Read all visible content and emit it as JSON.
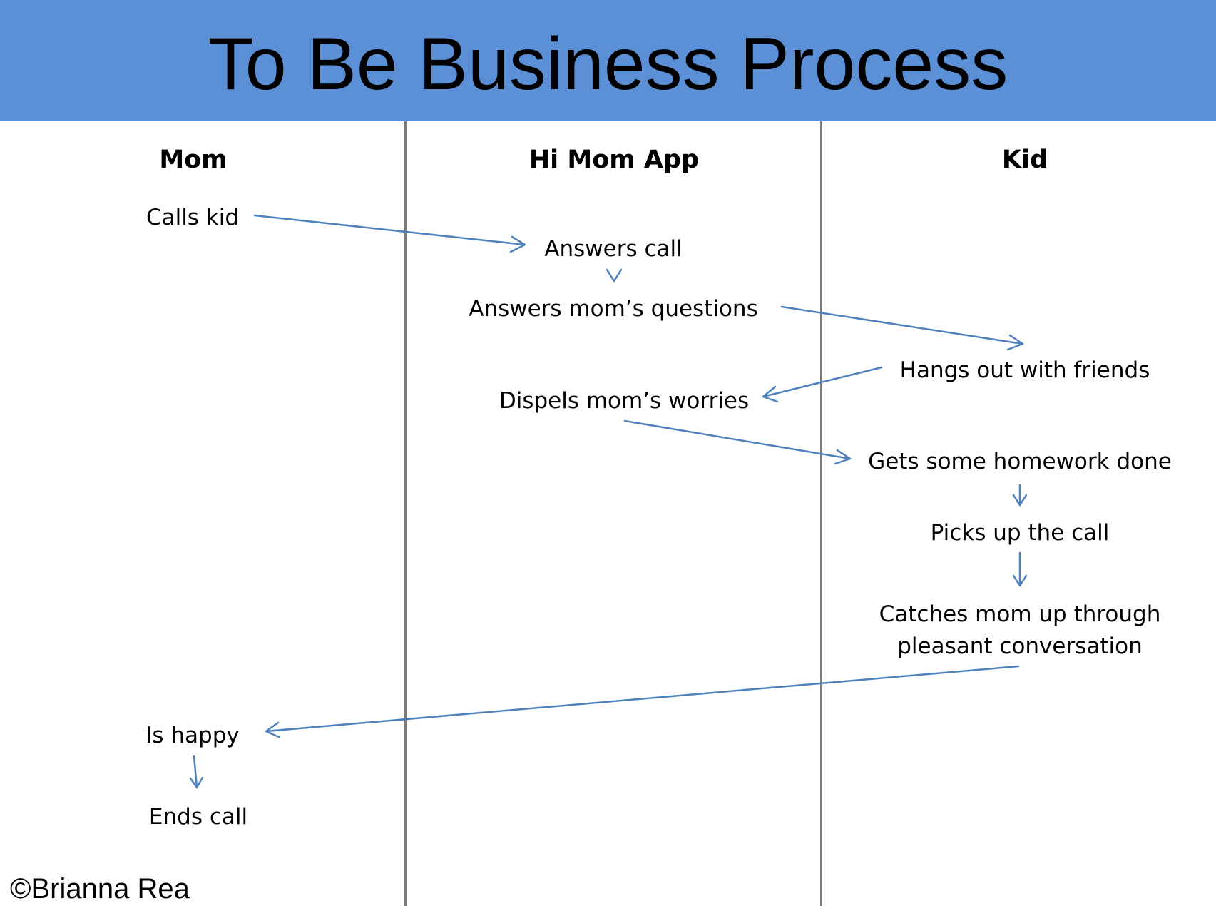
{
  "title": "To Be Business Process",
  "lanes": [
    "Mom",
    "Hi Mom App",
    "Kid"
  ],
  "steps": {
    "calls_kid": "Calls kid",
    "answers_call": "Answers call",
    "answers_questions": "Answers mom’s questions",
    "hangs_out": "Hangs out with friends",
    "dispels_worries": "Dispels mom’s worries",
    "homework": "Gets some homework done",
    "picks_up": "Picks up the call",
    "catches_up_line1": "Catches mom up through",
    "catches_up_line2": "pleasant conversation",
    "is_happy": "Is happy",
    "ends_call": "Ends call"
  },
  "credit": "©Brianna Rea",
  "colors": {
    "header": "#5b8fd6",
    "arrow": "#4f81bd",
    "divider": "#7a7a7a"
  }
}
